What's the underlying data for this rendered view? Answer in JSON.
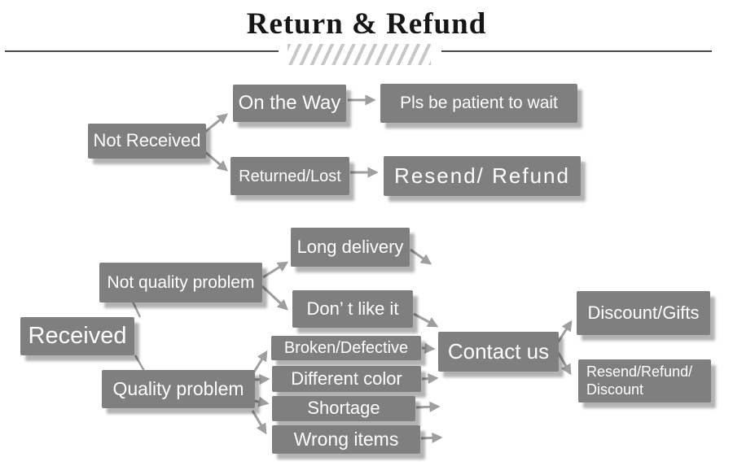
{
  "title": "Return & Refund",
  "colors": {
    "box": "#7f7f7f",
    "arrow": "#9e9e9e",
    "node_text": "#ffffff",
    "title_text": "#161616",
    "rule": "#4a4a4a",
    "hatch": "#c7c7c7"
  },
  "nodes": {
    "not_received": "Not Received",
    "on_the_way": "On the Way",
    "pls_be_patient": "Pls be patient to wait",
    "returned_lost": "Returned/Lost",
    "resend_refund": "Resend/ Refund",
    "received": "Received",
    "not_quality_problem": "Not quality problem",
    "long_delivery": "Long delivery",
    "dont_like_it": "Don’ t like it",
    "quality_problem": "Quality problem",
    "broken_defective": "Broken/Defective",
    "different_color": "Different color",
    "shortage": "Shortage",
    "wrong_items": "Wrong items",
    "contact_us": "Contact us",
    "discount_gifts": "Discount/Gifts",
    "resend_refund_discount": "Resend/Refund/ Discount"
  },
  "edges": [
    {
      "from": "not_received",
      "to": "on_the_way"
    },
    {
      "from": "not_received",
      "to": "returned_lost"
    },
    {
      "from": "on_the_way",
      "to": "pls_be_patient"
    },
    {
      "from": "returned_lost",
      "to": "resend_refund"
    },
    {
      "from": "received",
      "to": "not_quality_problem"
    },
    {
      "from": "received",
      "to": "quality_problem"
    },
    {
      "from": "not_quality_problem",
      "to": "long_delivery"
    },
    {
      "from": "not_quality_problem",
      "to": "dont_like_it"
    },
    {
      "from": "long_delivery",
      "to": ""
    },
    {
      "from": "dont_like_it",
      "to": "contact_us"
    },
    {
      "from": "quality_problem",
      "to": "broken_defective"
    },
    {
      "from": "quality_problem",
      "to": "different_color"
    },
    {
      "from": "quality_problem",
      "to": "shortage"
    },
    {
      "from": "quality_problem",
      "to": "wrong_items"
    },
    {
      "from": "broken_defective",
      "to": "contact_us"
    },
    {
      "from": "different_color",
      "to": "contact_us"
    },
    {
      "from": "shortage",
      "to": "contact_us"
    },
    {
      "from": "wrong_items",
      "to": "contact_us"
    },
    {
      "from": "contact_us",
      "to": "discount_gifts"
    },
    {
      "from": "contact_us",
      "to": "resend_refund_discount"
    }
  ]
}
